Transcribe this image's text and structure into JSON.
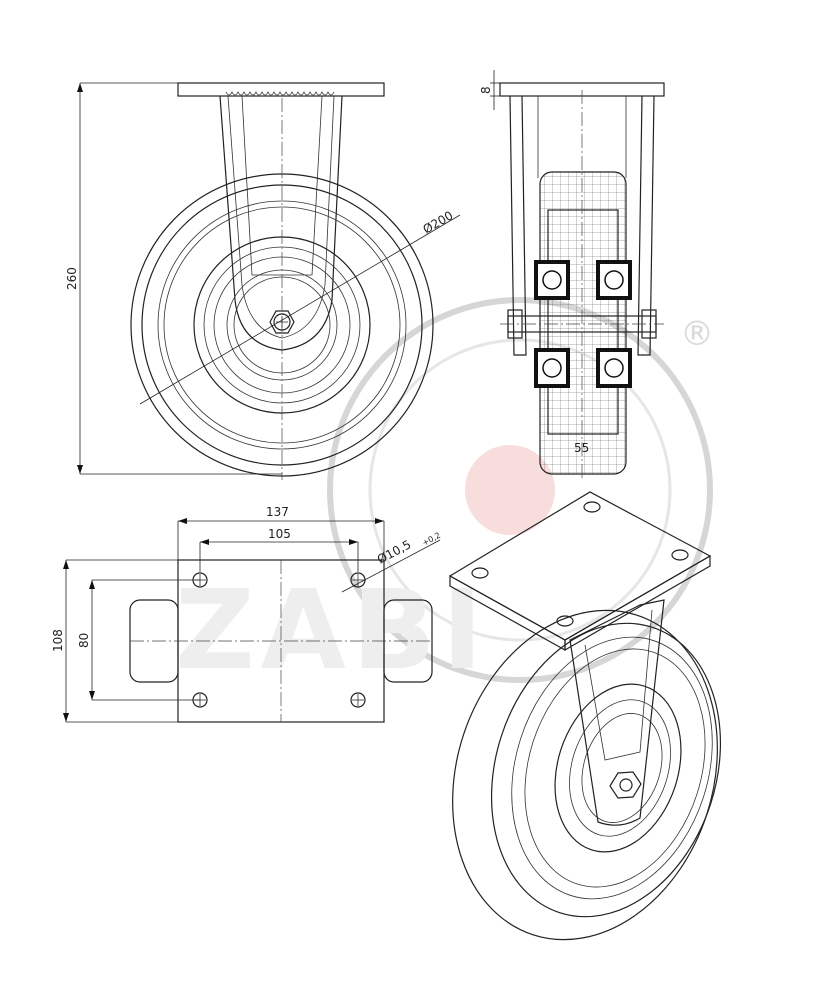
{
  "diagram": {
    "dimensions": {
      "height": "260",
      "wheel_diameter": "Ø200",
      "plate_thickness": "8",
      "wheel_width": "55",
      "plate_length": "137",
      "hole_spacing_length": "105",
      "plate_width": "108",
      "hole_spacing_width": "80",
      "hole_diameter": "Ø10,5",
      "hole_tolerance": "+0,2"
    },
    "watermark": {
      "text": "ZABI",
      "registered_mark": "®"
    },
    "colors": {
      "line": "#222222",
      "watermark_grey": "#d6d6d6",
      "watermark_red": "#f4c6c6"
    }
  }
}
